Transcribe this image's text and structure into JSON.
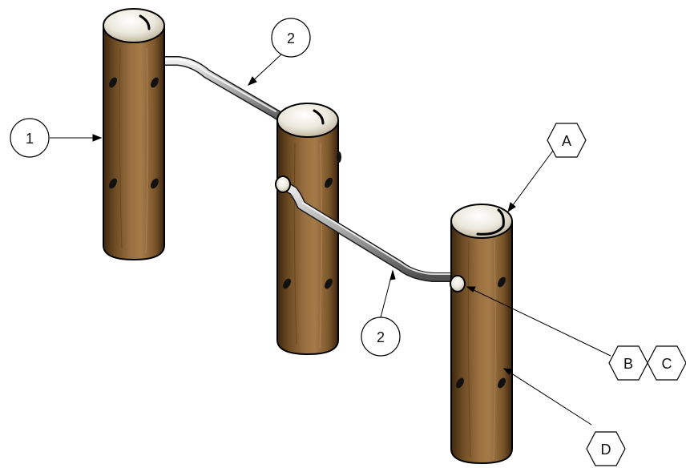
{
  "balloons": {
    "part_1": "1",
    "part_2_upper": "2",
    "part_2_lower": "2"
  },
  "hex_callouts": {
    "a": "A",
    "b": "B",
    "c": "C",
    "d": "D"
  },
  "colors": {
    "wood_dark": "#4a2e12",
    "wood_mid": "#8a6232",
    "wood_light": "#b08450",
    "cap_light": "#f4f2ea",
    "rod": "#9a9a9a",
    "line": "#000000"
  }
}
